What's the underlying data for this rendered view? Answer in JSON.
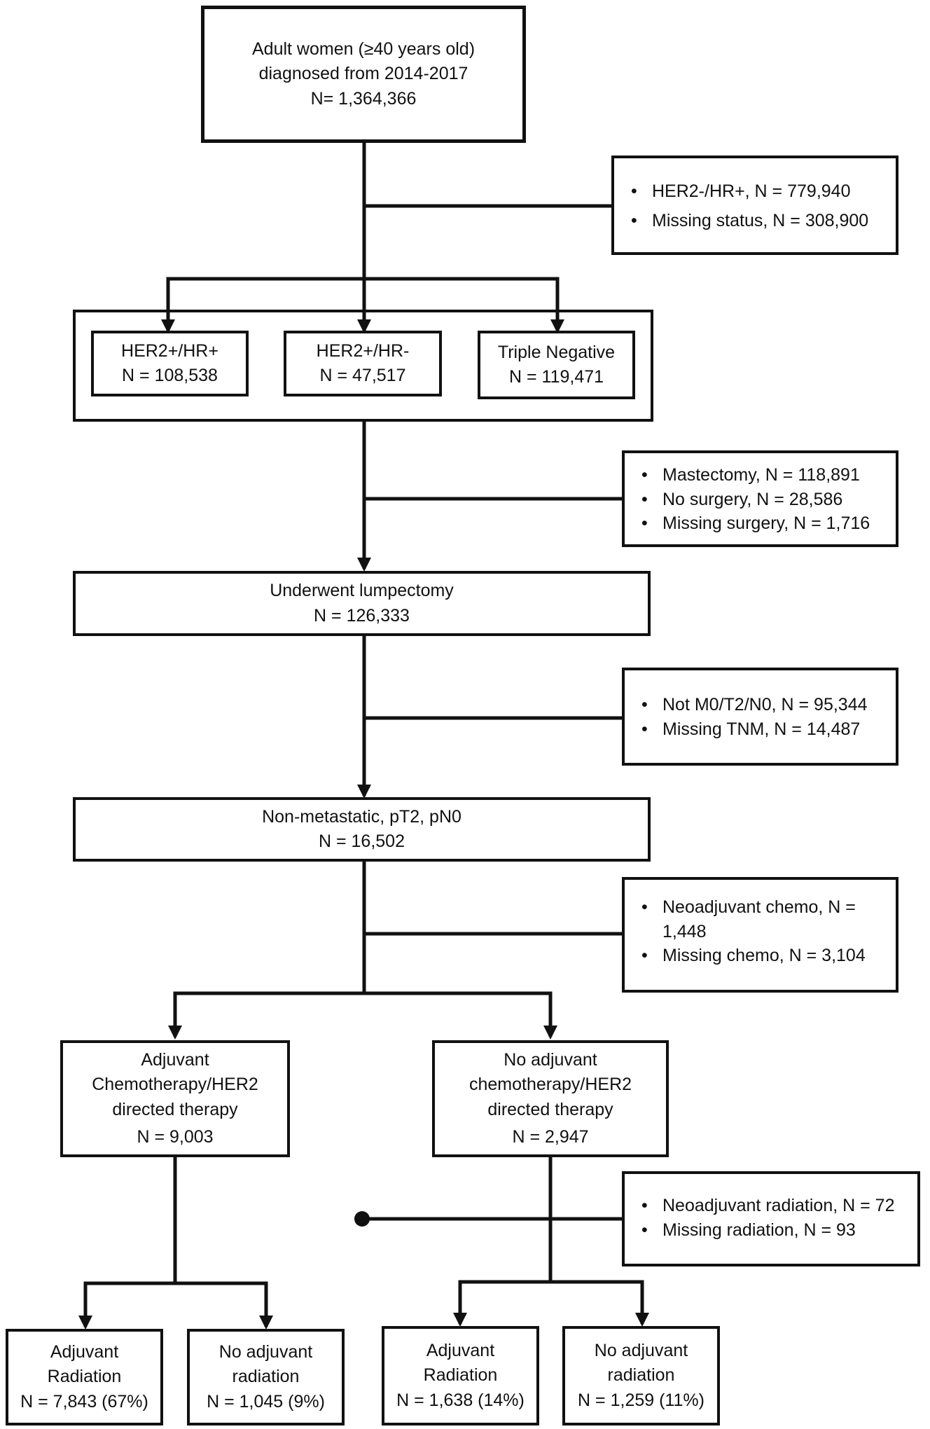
{
  "start": {
    "line1": "Adult women (≥40 years old)",
    "line2": "diagnosed from 2014-2017",
    "n": "N= 1,364,366"
  },
  "exclusion1": [
    "HER2-/HR+, N = 779,940",
    "Missing status, N = 308,900"
  ],
  "subtypes": [
    {
      "name": "HER2+/HR+",
      "n": "N = 108,538"
    },
    {
      "name": "HER2+/HR-",
      "n": "N = 47,517"
    },
    {
      "name": "Triple Negative",
      "n": "N = 119,471"
    }
  ],
  "exclusion2": [
    "Mastectomy, N = 118,891",
    "No surgery, N = 28,586",
    "Missing surgery, N = 1,716"
  ],
  "lumpectomy": {
    "label": "Underwent lumpectomy",
    "n": "N = 126,333"
  },
  "exclusion3": [
    "Not M0/T2/N0, N = 95,344",
    "Missing TNM, N = 14,487"
  ],
  "nonmet": {
    "label": "Non-metastatic, pT2, pN0",
    "n": "N = 16,502"
  },
  "exclusion4": [
    "Neoadjuvant chemo, N = 1,448",
    "Missing chemo, N = 3,104"
  ],
  "adj_chemo": {
    "line1": "Adjuvant",
    "line2": "Chemotherapy/HER2",
    "line3": "directed therapy",
    "n": "N = 9,003"
  },
  "no_adj_chemo": {
    "line1": "No adjuvant",
    "line2": "chemotherapy/HER2",
    "line3": "directed therapy",
    "n": "N = 2,947"
  },
  "exclusion5": [
    "Neoadjuvant radiation, N = 72",
    "Missing radiation, N = 93"
  ],
  "outcomes": [
    {
      "line1": "Adjuvant",
      "line2": "Radiation",
      "n": "N = 7,843 (67%)"
    },
    {
      "line1": "No adjuvant",
      "line2": "radiation",
      "n": "N = 1,045 (9%)"
    },
    {
      "line1": "Adjuvant",
      "line2": "Radiation",
      "n": "N = 1,638 (14%)"
    },
    {
      "line1": "No adjuvant",
      "line2": "radiation",
      "n": "N = 1,259 (11%)"
    }
  ]
}
